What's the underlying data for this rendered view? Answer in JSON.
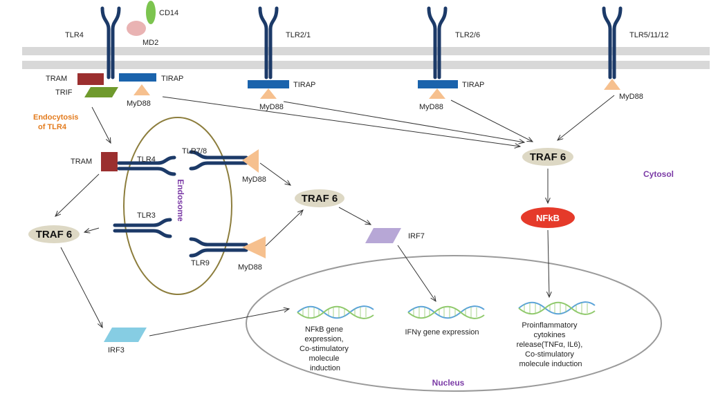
{
  "colors": {
    "receptor": "#1c3a68",
    "membrane": "#d8d8d8",
    "myd88": "#f6c08e",
    "tirap": "#1a63ac",
    "tram": "#9b2f2f",
    "trif": "#6f9a2d",
    "cd14": "#7cc44f",
    "md2": "#e9b3b3",
    "traf6": "#ddd8c4",
    "nfkb": "#e53a2a",
    "irf7": "#b7a7d6",
    "irf3": "#86cde3",
    "endosome_outline": "#8c7d3c",
    "nucleus_outline": "#9a9a9a",
    "orange_text": "#e37b1d",
    "purple_text": "#7b3ba6",
    "dna_a": "#5aa3d8",
    "dna_b": "#8fc96b"
  },
  "labels": {
    "cd14": "CD14",
    "md2": "MD2",
    "tlr4_top": "TLR4",
    "tlr21": "TLR2/1",
    "tlr26": "TLR2/6",
    "tlr51112": "TLR5/11/12",
    "tram_top": "TRAM",
    "trif": "TRIF",
    "tirap_1": "TIRAP",
    "tirap_2": "TIRAP",
    "tirap_3": "TIRAP",
    "myd88_1": "MyD88",
    "myd88_2": "MyD88",
    "myd88_3": "MyD88",
    "myd88_4": "MyD88",
    "myd88_5": "MyD88",
    "myd88_6": "MyD88",
    "endocytosis_line1": "Endocytosis",
    "endocytosis_line2": "of TLR4",
    "tram_mid": "TRAM",
    "tlr4_mid": "TLR4",
    "tlr78": "TLR7/8",
    "tlr3": "TLR3",
    "tlr9": "TLR9",
    "endosome": "Endosome",
    "traf6_right": "TRAF 6",
    "traf6_center": "TRAF 6",
    "traf6_left": "TRAF 6",
    "cytosol": "Cytosol",
    "nfkb": "NFkB",
    "irf7": "IRF7",
    "irf3": "IRF3",
    "nucleus": "Nucleus",
    "expr1": [
      "NFkB gene",
      "expression,",
      "Co-stimulatory",
      "molecule",
      "induction"
    ],
    "expr2": [
      "IFNγ gene expression"
    ],
    "expr3": [
      "Proinflammatory",
      "cytokines",
      "release(TNFα, IL6),",
      "Co-stimulatory",
      "molecule induction"
    ]
  }
}
